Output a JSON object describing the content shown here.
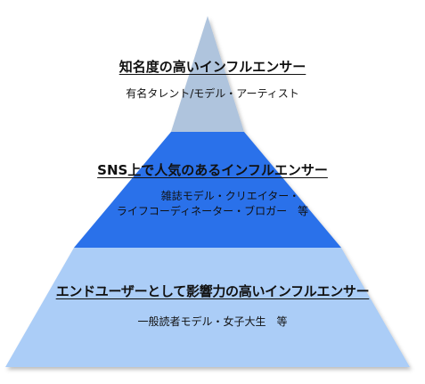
{
  "diagram": {
    "type": "pyramid",
    "tiers": [
      {
        "title": "知名度の高いインフルエンサー",
        "subtitle_lines": [
          "有名タレント/モデル・アーティスト"
        ],
        "fill": "#afc4dd"
      },
      {
        "title": "SNS上で人気のあるインフルエンサー",
        "subtitle_lines": [
          "雑誌モデル・クリエイター・",
          "ライフコーディネーター・ブロガー　等"
        ],
        "fill": "#2b71ea"
      },
      {
        "title": "エンドユーザーとして影響力の高いインフルエンサー",
        "subtitle_lines": [
          "一般読者モデル・女子大生　等"
        ],
        "fill": "#abcdf7"
      }
    ]
  }
}
